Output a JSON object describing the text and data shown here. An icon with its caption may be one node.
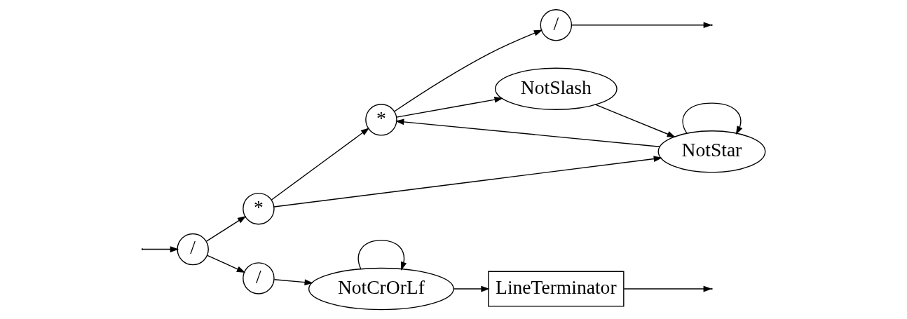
{
  "diagram": {
    "nodes": [
      {
        "text": [
          "/"
        ]
      },
      {
        "text": [
          "*"
        ]
      },
      {
        "text": [
          "*"
        ]
      },
      {
        "text": [
          "/"
        ]
      },
      {
        "text": [
          "NotStar"
        ]
      },
      {
        "text": [
          "NotSlash"
        ]
      },
      {
        "text": [
          "/"
        ]
      },
      {
        "text": [
          "NotCrOrLf"
        ]
      },
      {
        "text": [
          "LineTerminator"
        ]
      }
    ],
    "edges": [
      {
        "from": null,
        "to": 0,
        "arrow": "to"
      },
      {
        "from": 0,
        "to": 1,
        "arrow": "to"
      },
      {
        "from": 1,
        "to": 2,
        "arrow": "to"
      },
      {
        "from": 1,
        "to": 4,
        "arrow": "to"
      },
      {
        "from": 4,
        "to": 4,
        "arrow": "to"
      },
      {
        "from": 4,
        "to": 2,
        "arrow": "to"
      },
      {
        "from": 2,
        "to": 3,
        "arrow": "to"
      },
      {
        "from": 2,
        "to": 5,
        "arrow": "to"
      },
      {
        "from": 5,
        "to": 4,
        "arrow": "to"
      },
      {
        "from": 3,
        "to": null,
        "arrow": "to"
      },
      {
        "from": 0,
        "to": 6,
        "arrow": "to"
      },
      {
        "from": 6,
        "to": 7,
        "arrow": "to"
      },
      {
        "from": 7,
        "to": 7,
        "arrow": "to"
      },
      {
        "from": 7,
        "to": 8,
        "arrow": "to"
      },
      {
        "from": 8,
        "to": null,
        "arrow": "to"
      }
    ]
  }
}
